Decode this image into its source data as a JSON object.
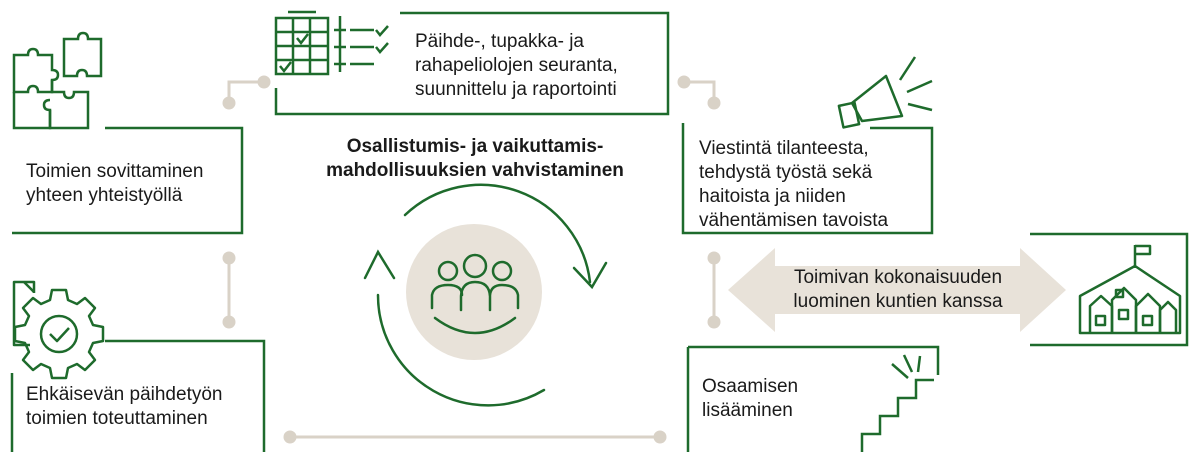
{
  "colors": {
    "accent_green": "#1e6b2c",
    "connector": "#d9d2c7",
    "center_fill": "#e8e2d9"
  },
  "center_title": "Osallistumis- ja vaikuttamis-\nmahdollisuuksien vahvistaminen",
  "blocks": {
    "coordination": "Toimien sovittaminen\nyhteen yhteistyöllä",
    "monitoring": "Päihde-, tupakka- ja\nrahapeliolojen seuranta,\nsuunnittelu ja raportointi",
    "communication": "Viestintä tilanteesta,\ntehdystä työstä sekä\nhaitoista ja niiden\nvähentämisen tavoista",
    "prevention": "Ehkäisevän päihdetyön\ntoimien toteuttaminen",
    "competence": "Osaamisen\nlisääminen",
    "municipalities": "Toimivan kokonaisuuden\nluominen kuntien kanssa"
  },
  "icons": [
    "puzzle-icon",
    "checklist-icon",
    "megaphone-icon",
    "gear-check-icon",
    "group-people-icon",
    "stairs-icon",
    "houses-icon",
    "cycle-arrows-icon"
  ]
}
